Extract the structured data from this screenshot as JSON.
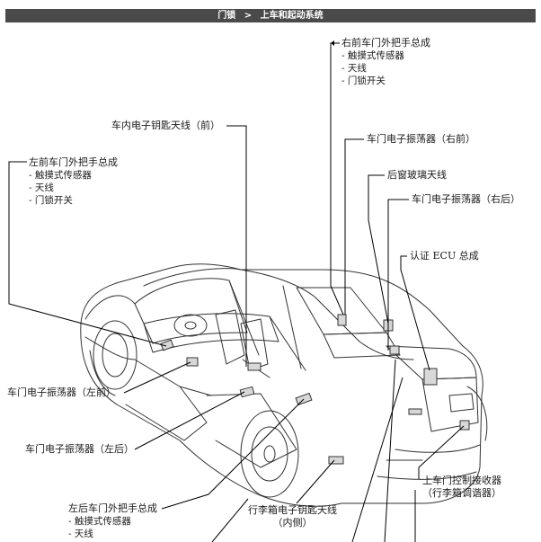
{
  "breadcrumb": {
    "section": "门锁",
    "separator": ">",
    "page": "上车和起动系统"
  },
  "callouts": {
    "rf_handle": {
      "title": "右前车门外把手总成",
      "items": [
        "- 触摸式传感器",
        "- 天线",
        "- 门锁开关"
      ]
    },
    "cabin_ant_front": {
      "title": "车内电子钥匙天线（前）"
    },
    "osc_rf": {
      "title": "车门电子振荡器（右前）"
    },
    "lf_handle": {
      "title": "左前车门外把手总成",
      "items": [
        "- 触摸式传感器",
        "- 天线",
        "- 门锁开关"
      ]
    },
    "rear_glass": {
      "title": "后窗玻璃天线"
    },
    "osc_rr": {
      "title": "车门电子振荡器（右后）"
    },
    "ecu": {
      "title": "认证 ECU 总成"
    },
    "osc_lf": {
      "title": "车门电子振荡器（左前）"
    },
    "osc_lr": {
      "title": "车门电子振荡器（左后）"
    },
    "receiver": {
      "line1": "上车门控制接收器",
      "line2": "（行李箱调谐器）"
    },
    "trunk_ant": {
      "line1": "行李箱电子钥匙天线",
      "line2": "（内侧）"
    },
    "lr_handle": {
      "title": "左后车门外把手总成",
      "items": [
        "- 触摸式传感器",
        "- 天线"
      ]
    }
  }
}
